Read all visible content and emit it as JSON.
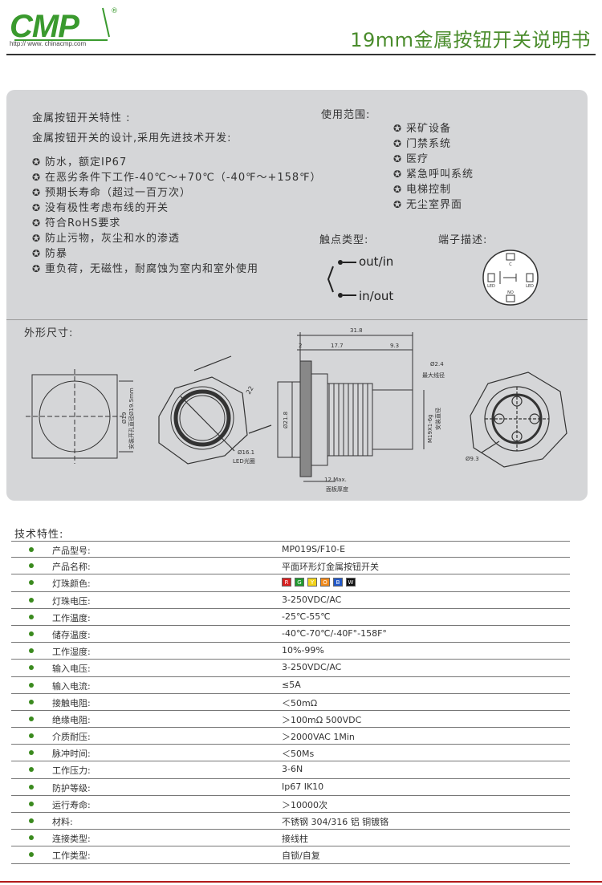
{
  "brand": {
    "logo_text": "CMP",
    "url": "http:// www. chinacmp.com",
    "registered": "®"
  },
  "document_title": "19mm金属按钮开关说明书",
  "features": {
    "heading": "金属按钮开关特性 :",
    "intro": "金属按钮开关的设计,采用先进技术开发:",
    "items": [
      "防水，额定IP67",
      "在恶劣条件下工作-40℃～+70℃（-40℉～+158℉）",
      "预期长寿命（超过一百万次）",
      "没有极性考虑布线的开关",
      "符合RoHS要求",
      "防止污物，灰尘和水的渗透",
      "防暴",
      "重负荷，无磁性，耐腐蚀为室内和室外使用"
    ]
  },
  "usage": {
    "heading": "使用范围:",
    "items": [
      "采矿设备",
      "门禁系统",
      "医疗",
      "紧急呼叫系统",
      "电梯控制",
      "无尘室界面"
    ]
  },
  "contact": {
    "heading": "触点类型:",
    "out_label": "out/in",
    "in_label": "in/out"
  },
  "terminal": {
    "heading": "端子描述:",
    "c": "C",
    "no": "NO",
    "led_left": "LED",
    "led_right": "LED"
  },
  "dimensions": {
    "heading": "外形尺寸:",
    "front_dia": "Ø19",
    "mount_hole": "安装开孔直径Ø19.5mm",
    "hex": "22",
    "led_ring": "Ø16.1",
    "led_ring_label": "LED光圈",
    "body_dia": "Ø21.8",
    "total_len": "31.8",
    "bezel": "2",
    "thread_len": "17.7",
    "term_len": "9.3",
    "max_line": "Ø2.4",
    "max_line_label": "最大线径",
    "thread": "M19X1-6g",
    "thread_label": "安装直径",
    "panel_thk": "12 Max.",
    "panel_thk_label": "面板厚度",
    "nut": "Ø9.3"
  },
  "specs": {
    "heading": "技术特性:",
    "rows": [
      {
        "name": "产品型号:",
        "value": "MP019S/F10-E"
      },
      {
        "name": "产品名称:",
        "value": "平面环形灯金属按钮开关"
      },
      {
        "name": "灯珠颜色:",
        "value": ""
      },
      {
        "name": "灯珠电压:",
        "value": "3-250VDC/AC"
      },
      {
        "name": "工作温度:",
        "value": "-25℃-55℃"
      },
      {
        "name": "储存温度:",
        "value": "-40℃-70℃/-40F°-158F°"
      },
      {
        "name": "工作湿度:",
        "value": "10%-99%"
      },
      {
        "name": "输入电压:",
        "value": "3-250VDC/AC"
      },
      {
        "name": "输入电流:",
        "value": "≤5A"
      },
      {
        "name": "接触电阻:",
        "value": "＜50mΩ"
      },
      {
        "name": "绝缘电阻:",
        "value": "＞100mΩ  500VDC"
      },
      {
        "name": "介质耐压:",
        "value": "＞2000VAC  1Min"
      },
      {
        "name": "脉冲时间:",
        "value": "＜50Ms"
      },
      {
        "name": "工作压力:",
        "value": "3-6N"
      },
      {
        "name": "防护等级:",
        "value": "Ip67 IK10"
      },
      {
        "name": "运行寿命:",
        "value": "＞10000次"
      },
      {
        "name": "材料:",
        "value": "不锈钢 304/316  铝  铜镀铬"
      },
      {
        "name": "连接类型:",
        "value": "接线柱"
      },
      {
        "name": "工作类型:",
        "value": "自锁/自复"
      }
    ],
    "led_colors": [
      {
        "letter": "R",
        "color": "#d82020"
      },
      {
        "letter": "G",
        "color": "#1f9a2e"
      },
      {
        "letter": "Y",
        "color": "#f2d21a"
      },
      {
        "letter": "O",
        "color": "#f08a1c"
      },
      {
        "letter": "B",
        "color": "#2158c8"
      },
      {
        "letter": "W",
        "color": "#111111"
      }
    ]
  },
  "colors": {
    "brand_green": "#4a8c2c",
    "panel": "#d5d6d8",
    "footer": "#b21a1a"
  }
}
